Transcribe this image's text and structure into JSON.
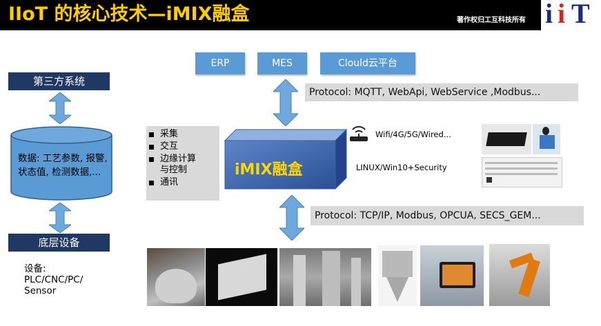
{
  "header": {
    "title": "IIoT 的核心技术—iMIX融盒",
    "copyright": "著作权归工互科技所有",
    "logo": "IiT"
  },
  "top_systems": [
    {
      "label": "ERP"
    },
    {
      "label": "MES"
    },
    {
      "label": "Clould云平台"
    }
  ],
  "protocol_top": "Protocol: MQTT, WebApi, WebService ,Modbus...",
  "protocol_bottom": "Protocol: TCP/IP, Modbus, OPCUA, SECS_GEM...",
  "third_party": "第三方系统",
  "database_text": "数据: 工艺参数, 报警, 状态值, 检测数据,...",
  "bottom_device_label": "底层设备",
  "device_text": "设备:\nPLC/CNC/PC/\nSensor",
  "features": [
    "采集",
    "交互",
    "边缘计算\n与控制",
    "通讯"
  ],
  "imix_label": "iMIX融盒",
  "connectivity": "Wifi/4G/5G/Wired...",
  "os": "LINUX/Win10+Security",
  "colors": {
    "title": "#ffcc00",
    "box_blue": "#5b9bd5",
    "navy": "#1f3864",
    "arrow": "#6fa8dc",
    "imix_text": "#ffd700"
  },
  "icons": [
    "wifi-router-icon",
    "double-arrow-icon"
  ]
}
